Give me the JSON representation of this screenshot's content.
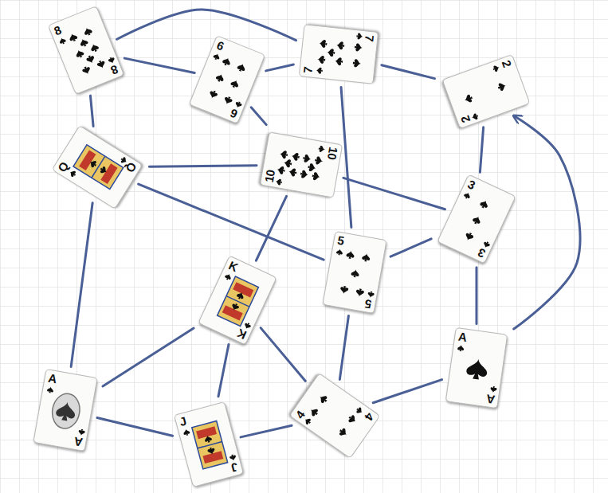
{
  "diagram": {
    "nodes": [
      {
        "text": [
          "8",
          "8"
        ]
      },
      {
        "text": [
          "6",
          "6"
        ]
      },
      {
        "text": [
          "7",
          "7"
        ]
      },
      {
        "text": [
          "2",
          "2"
        ]
      },
      {
        "text": [
          "Q",
          "Q"
        ]
      },
      {
        "text": [
          "10",
          "10"
        ]
      },
      {
        "text": [
          "3",
          "3"
        ]
      },
      {
        "text": [
          "5",
          "5"
        ]
      },
      {
        "text": [
          "K",
          "K"
        ]
      },
      {
        "text": [
          "A",
          "A"
        ]
      },
      {
        "text": [
          "J",
          "J"
        ]
      },
      {
        "text": [
          "4",
          "4"
        ]
      },
      {
        "text": [
          "A",
          "A"
        ]
      }
    ],
    "edges": [
      {
        "from": 0,
        "to": 2,
        "arrow": "none"
      },
      {
        "from": 0,
        "to": 1,
        "arrow": "none"
      },
      {
        "from": 1,
        "to": 2,
        "arrow": "none"
      },
      {
        "from": 2,
        "to": 3,
        "arrow": "none"
      },
      {
        "from": 0,
        "to": 4,
        "arrow": "none"
      },
      {
        "from": 1,
        "to": 5,
        "arrow": "none"
      },
      {
        "from": 4,
        "to": 5,
        "arrow": "none"
      },
      {
        "from": 2,
        "to": 7,
        "arrow": "none"
      },
      {
        "from": 3,
        "to": 6,
        "arrow": "none"
      },
      {
        "from": 5,
        "to": 6,
        "arrow": "none"
      },
      {
        "from": 4,
        "to": 7,
        "arrow": "none"
      },
      {
        "from": 5,
        "to": 8,
        "arrow": "none"
      },
      {
        "from": 6,
        "to": 7,
        "arrow": "none"
      },
      {
        "from": 6,
        "to": 12,
        "arrow": "none"
      },
      {
        "from": 4,
        "to": 9,
        "arrow": "none"
      },
      {
        "from": 8,
        "to": 9,
        "arrow": "none"
      },
      {
        "from": 8,
        "to": 10,
        "arrow": "none"
      },
      {
        "from": 8,
        "to": 11,
        "arrow": "none"
      },
      {
        "from": 7,
        "to": 11,
        "arrow": "none"
      },
      {
        "from": 9,
        "to": 10,
        "arrow": "none"
      },
      {
        "from": 10,
        "to": 11,
        "arrow": "none"
      },
      {
        "from": 11,
        "to": 12,
        "arrow": "none"
      },
      {
        "from": 12,
        "to": 3,
        "arrow": "to"
      }
    ]
  }
}
